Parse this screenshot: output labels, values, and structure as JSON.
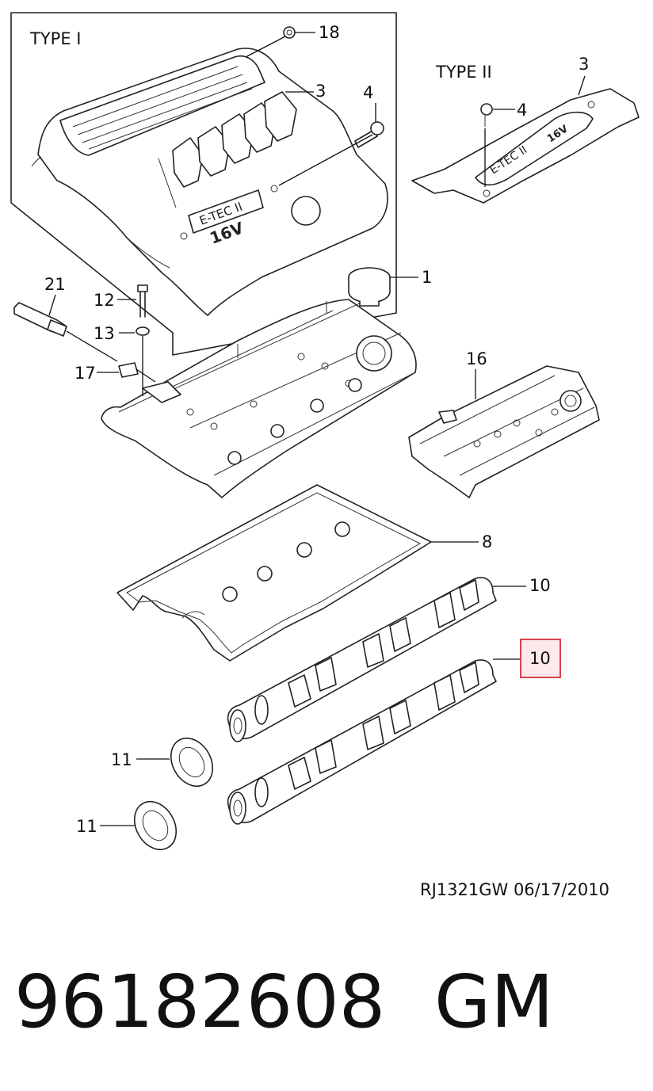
{
  "type_labels": {
    "type1": "TYPE I",
    "type2": "TYPE II"
  },
  "cover_text": {
    "brand": "E-TEC II",
    "valves": "16V"
  },
  "callouts": {
    "c1": "1",
    "c3a": "3",
    "c3b": "3",
    "c4a": "4",
    "c4b": "4",
    "c8": "8",
    "c10a": "10",
    "c10b": "10",
    "c11a": "11",
    "c11b": "11",
    "c12": "12",
    "c13": "13",
    "c16": "16",
    "c17": "17",
    "c18": "18",
    "c21": "21"
  },
  "highlight": {
    "color": "#d9434f",
    "fill": "#fde8ea"
  },
  "footer": {
    "reference": "RJ1321GW  06/17/2010",
    "part_number": "96182608",
    "brand": "GM"
  }
}
